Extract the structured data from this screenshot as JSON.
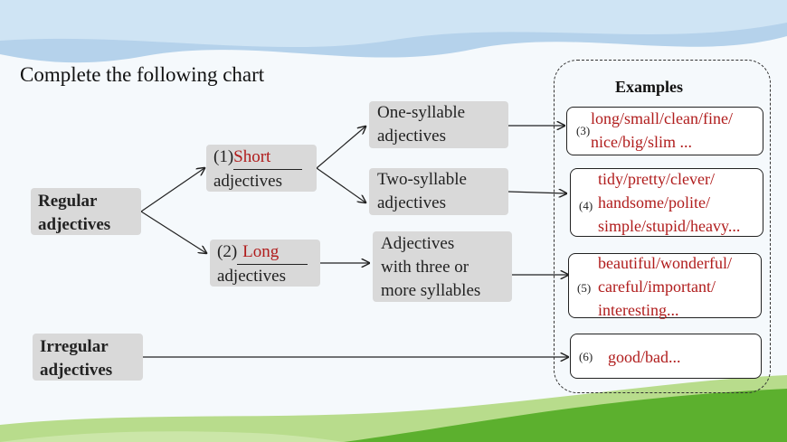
{
  "title": "Complete the following chart",
  "examples_title": "Examples",
  "regular": {
    "line1": "Regular",
    "line2": "adjectives"
  },
  "irregular": {
    "line1": "Irregular",
    "line2": "adjectives"
  },
  "short_box": {
    "number": "(1)",
    "answer": "Short",
    "label": "adjectives"
  },
  "long_box": {
    "number": "(2)",
    "answer": "Long",
    "label": "adjectives"
  },
  "one_syllable": {
    "line1": "One-syllable",
    "line2": "adjectives"
  },
  "two_syllable": {
    "line1": "Two-syllable",
    "line2": "adjectives"
  },
  "three_syllable": {
    "line1": "Adjectives",
    "line2": "with three or",
    "line3": "more syllables"
  },
  "examples": [
    {
      "number": "(3)",
      "lines": [
        "long/small/clean/fine/",
        "nice/big/slim ..."
      ]
    },
    {
      "number": "(4)",
      "lines": [
        "tidy/pretty/clever/",
        "handsome/polite/",
        "simple/stupid/heavy..."
      ]
    },
    {
      "number": "(5)",
      "lines": [
        "beautiful/wonderful/",
        "careful/important/",
        "interesting..."
      ]
    },
    {
      "number": "(6)",
      "lines": [
        "good/bad..."
      ]
    }
  ]
}
